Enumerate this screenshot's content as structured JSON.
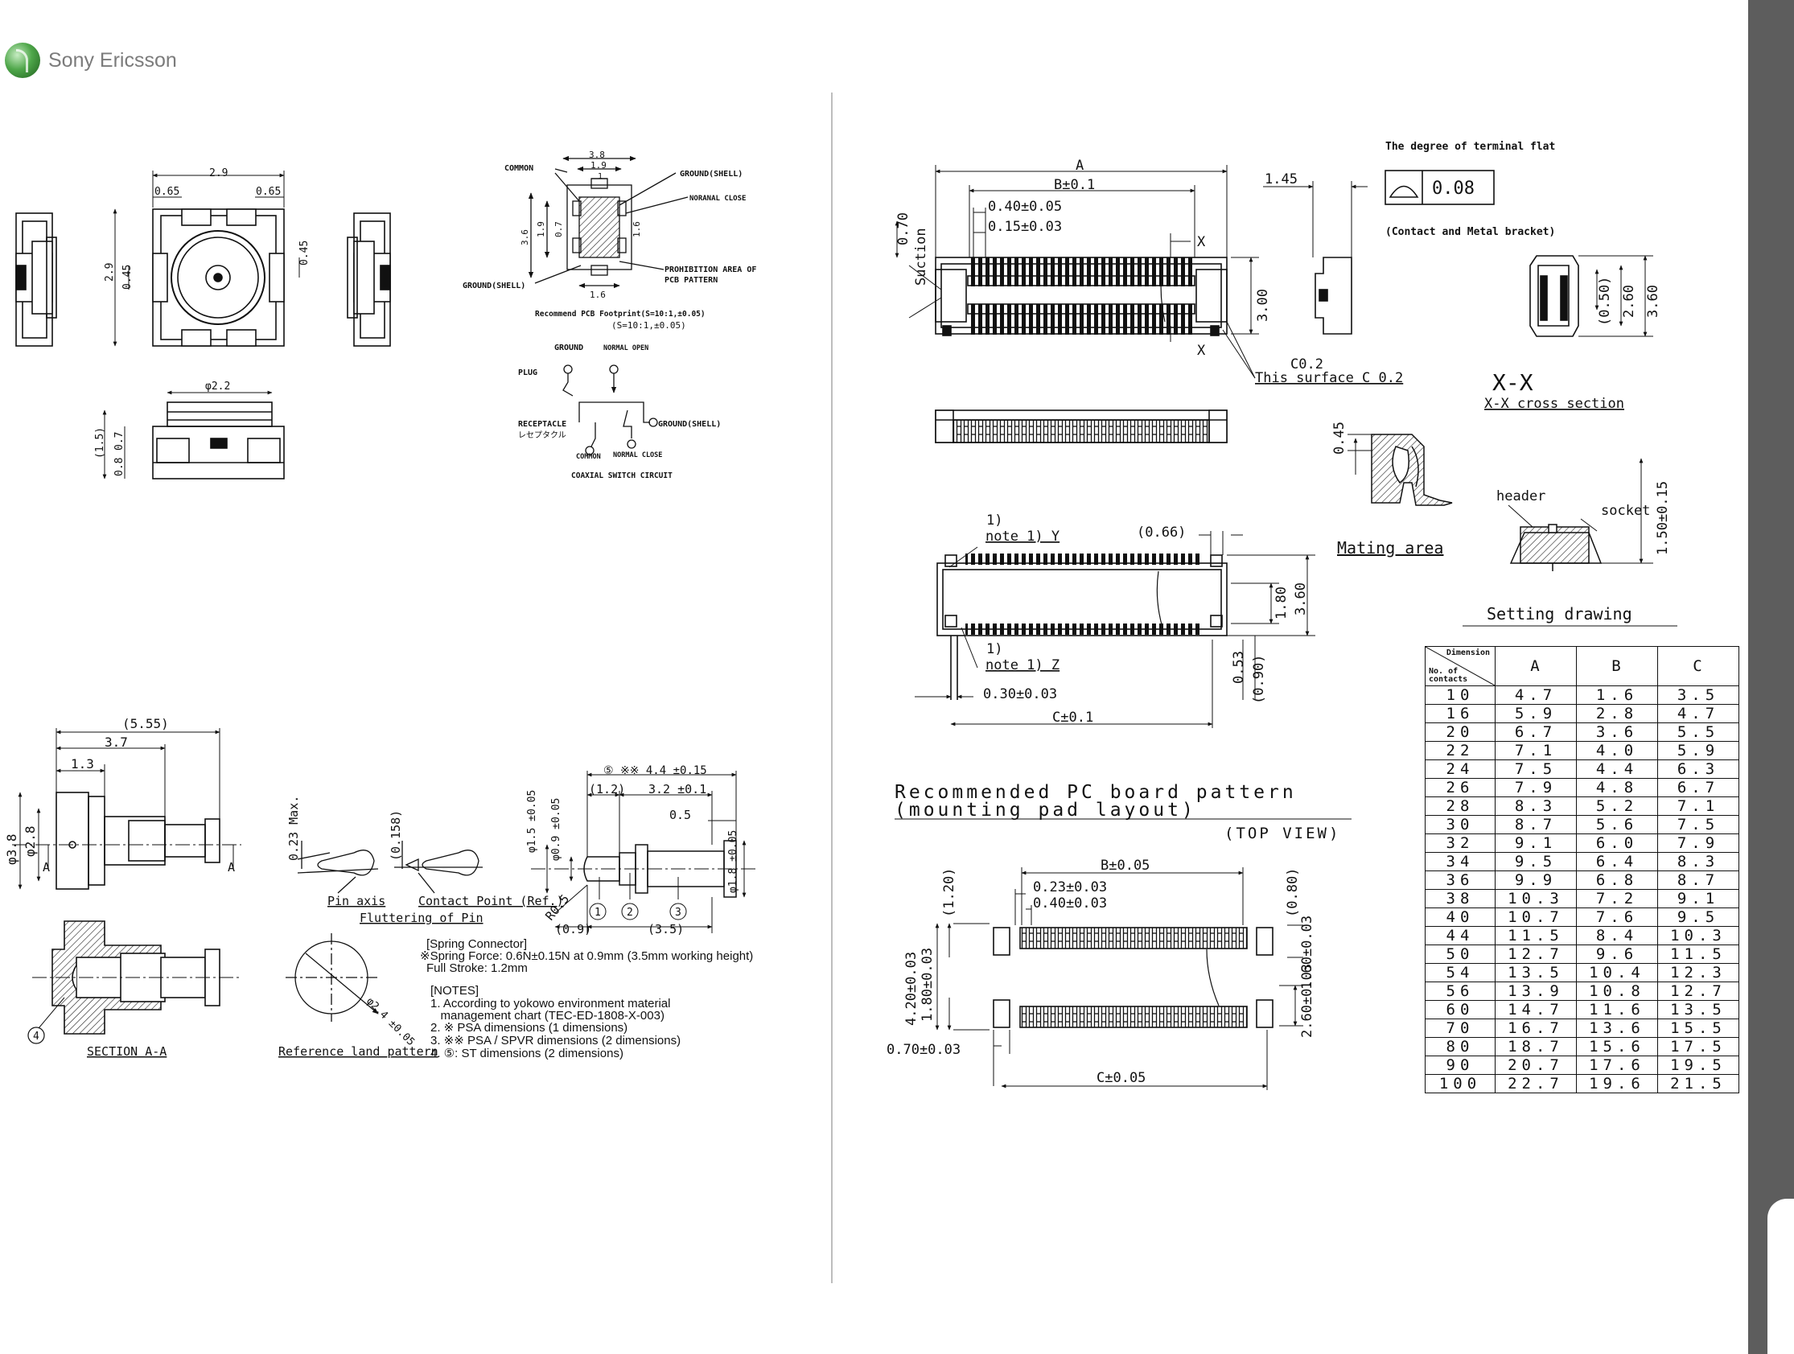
{
  "brand": {
    "name": "Sony Ericsson",
    "logo_icon": "sony-ericsson-sphere-icon"
  },
  "left": {
    "top_dims": {
      "w": "2.9",
      "a": "0.65",
      "b": "0.65",
      "h": "2.9",
      "c": "0.45",
      "d": "0.45"
    },
    "bottom_dims": {
      "dia": "φ2.2",
      "h1": "(1.5)",
      "h2": "0.7",
      "h3": "0.8"
    },
    "footprint": {
      "w1": "3.8",
      "w2": "1.9",
      "w3": "1",
      "h1": "3.6",
      "h2": "1.9",
      "h3": "0.7",
      "h4": "1.6",
      "w4": "1.6",
      "common": "COMMON",
      "ground_shell_top": "GROUND(SHELL)",
      "normal_close": "NORANAL CLOSE",
      "ground_shell_bottom": "GROUND(SHELL)",
      "prohibition": [
        "PROHIBITION AREA OF",
        "PCB PATTERN"
      ],
      "caption1": "Recommend PCB Footprint(S=10:1,±0.05)",
      "caption2": "(S=10:1,±0.05)"
    },
    "circuit": {
      "ground": "GROUND",
      "normal_open": "NORMAL OPEN",
      "plug": "PLUG",
      "receptacle": "RECEPTACLE",
      "receptacle_jp": "レセプタクル",
      "ground_shell": "GROUND(SHELL)",
      "common": "COMMON",
      "normal_close": "NORMAL CLOSE",
      "title": "COAXIAL SWITCH CIRCUIT"
    },
    "probe": {
      "d1": "(5.55)",
      "d2": "3.7",
      "d3": "1.3",
      "phi38": "φ3.8",
      "phi28": "φ2.8",
      "a": "A",
      "section": "SECTION A-A",
      "num4": "4"
    },
    "pin": {
      "max": "0.23 Max.",
      "v0158": "(0.158)",
      "pin_axis": "Pin axis",
      "contact": "Contact Point (Ref.)",
      "flutter": "Fluttering of Pin",
      "ref_land": "Reference land pattern",
      "phi24": "φ2.4 ±0.05"
    },
    "spring": {
      "top": "⑤ ※※ 4.4 ±0.15",
      "d12": "(1.2)",
      "d32": "3.2 ±0.1",
      "d05": "0.5",
      "phi15": "φ1.5 ±0.05",
      "phi09": "φ0.9 ±0.05",
      "phi18": "φ1.8 ±0.05",
      "r05": "R0.5",
      "d09": "(0.9)",
      "d35": "(3.5)",
      "c1": "1",
      "c2": "2",
      "c3": "3"
    },
    "notes": [
      "[Spring Connector]",
      "※Spring Force: 0.6N±0.15N at 0.9mm (3.5mm working height)",
      "Full Stroke: 1.2mm",
      "",
      "[NOTES]",
      "1. According to yokowo environment material",
      "   management chart (TEC-ED-1808-X-003)",
      "2. ※ PSA dimensions (1 dimensions)",
      "3. ※※ PSA / SPVR dimensions (2 dimensions)",
      "4. ⑤: ST dimensions (2 dimensions)"
    ]
  },
  "right": {
    "main": {
      "a": "A",
      "b": "B±0.1",
      "p1": "0.40±0.05",
      "p2": "0.15±0.03",
      "x": "X",
      "h070": "0.70",
      "suction": "Suction",
      "h300": "3.00",
      "c02": "C0.2",
      "this_surface": "This surface C 0.2",
      "d145": "1.45"
    },
    "flat": {
      "title": "The degree of terminal flat",
      "value": "0.08",
      "note": "(Contact and Metal bracket)"
    },
    "side": {
      "d050": "(0.50)",
      "d260": "2.60",
      "d360": "3.60"
    },
    "xx": {
      "title": "X-X",
      "sub": "X-X cross section",
      "d045": "0.45",
      "mating": "Mating area"
    },
    "setting": {
      "header": "header",
      "socket": "socket",
      "d150": "1.50±0.15",
      "title": "Setting drawing"
    },
    "lower": {
      "note_y_num": "1)",
      "note_y": "note 1) Y",
      "d066": "(0.66)",
      "d180": "1.80",
      "d360": "3.60",
      "note_z_num": "1)",
      "note_z": "note 1) Z",
      "d053": "0.53",
      "d090": "(0.90)",
      "p030": "0.30±0.03",
      "c": "C±0.1"
    },
    "pcb": {
      "title1": "Recommended PC board pattern",
      "title2": "(mounting pad layout)",
      "top_view": "(TOP VIEW)",
      "b": "B±0.05",
      "p023": "0.23±0.03",
      "p040": "0.40±0.03",
      "d120": "(1.20)",
      "d080": "(0.80)",
      "v1": "4.20±0.03",
      "v2": "1.80±0.03",
      "v3": "1.60±0.03",
      "v4": "2.60±0.03",
      "p070": "0.70±0.03",
      "c": "C±0.05"
    },
    "table": {
      "corner_top": "Dimension",
      "corner_bottom": [
        "No. of",
        "contacts"
      ],
      "headers": [
        "A",
        "B",
        "C"
      ],
      "rows": [
        [
          "10",
          "4.7",
          "1.6",
          "3.5"
        ],
        [
          "16",
          "5.9",
          "2.8",
          "4.7"
        ],
        [
          "20",
          "6.7",
          "3.6",
          "5.5"
        ],
        [
          "22",
          "7.1",
          "4.0",
          "5.9"
        ],
        [
          "24",
          "7.5",
          "4.4",
          "6.3"
        ],
        [
          "26",
          "7.9",
          "4.8",
          "6.7"
        ],
        [
          "28",
          "8.3",
          "5.2",
          "7.1"
        ],
        [
          "30",
          "8.7",
          "5.6",
          "7.5"
        ],
        [
          "32",
          "9.1",
          "6.0",
          "7.9"
        ],
        [
          "34",
          "9.5",
          "6.4",
          "8.3"
        ],
        [
          "36",
          "9.9",
          "6.8",
          "8.7"
        ],
        [
          "38",
          "10.3",
          "7.2",
          "9.1"
        ],
        [
          "40",
          "10.7",
          "7.6",
          "9.5"
        ],
        [
          "44",
          "11.5",
          "8.4",
          "10.3"
        ],
        [
          "50",
          "12.7",
          "9.6",
          "11.5"
        ],
        [
          "54",
          "13.5",
          "10.4",
          "12.3"
        ],
        [
          "56",
          "13.9",
          "10.8",
          "12.7"
        ],
        [
          "60",
          "14.7",
          "11.6",
          "13.5"
        ],
        [
          "70",
          "16.7",
          "13.6",
          "15.5"
        ],
        [
          "80",
          "18.7",
          "15.6",
          "17.5"
        ],
        [
          "90",
          "20.7",
          "17.6",
          "19.5"
        ],
        [
          "100",
          "22.7",
          "19.6",
          "21.5"
        ]
      ]
    }
  }
}
